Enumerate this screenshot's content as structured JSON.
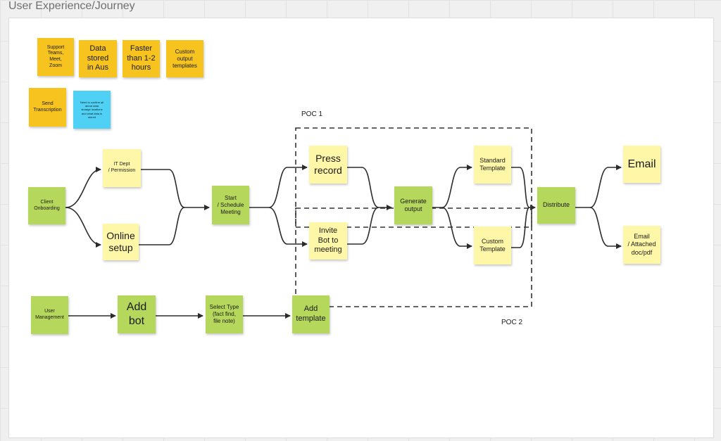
{
  "board": {
    "title": "User Experience/Journey"
  },
  "labels": {
    "poc1": "POC 1",
    "poc2": "POC 2"
  },
  "colors": {
    "orange": "#f6c31f",
    "green": "#b5d85c",
    "yellow": "#fff7a8",
    "blue": "#4fd1f5"
  },
  "notes": {
    "support_teams": "Support\nTeams,\nMeet,\nZoom",
    "data_stored": "Data\nstored\nin Aus",
    "faster": "Faster\nthan 1-2\nhours",
    "custom_output": "Custom\noutput\ntemplates",
    "send_transcription": "Send\nTranscription",
    "data_locations": "Need to confirm all\nabout data\nstorage locations\nand what data is\nstored",
    "client_onboarding": "Client\nOnboarding",
    "it_dept": "IT Dept\n/ Permission",
    "online_setup": "Online\nsetup",
    "start_schedule": "Start\n/ Schedule\nMeeting",
    "press_record": "Press\nrecord",
    "invite_bot": "Invite\nBot to\nmeeting",
    "generate_output": "Generate\noutput",
    "standard_template": "Standard\nTemplate",
    "custom_template": "Custom\nTemplate",
    "distribute": "Distribute",
    "email": "Email",
    "email_attached": "Email\n/ Attached\ndoc/pdf",
    "user_management": "User\nManagement",
    "add_bot": "Add\nbot",
    "select_type": "Select Type\n(fact find,\nfile note)",
    "add_template": "Add\ntemplate"
  }
}
